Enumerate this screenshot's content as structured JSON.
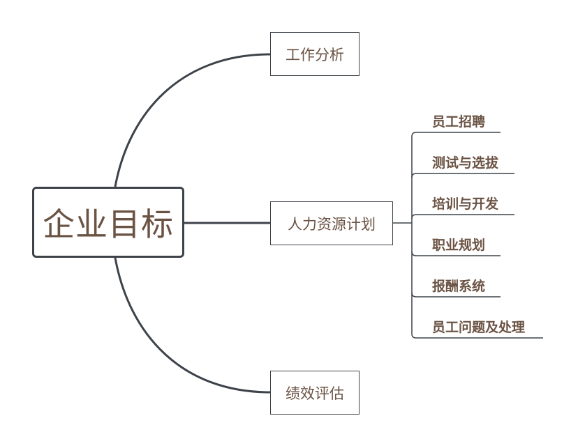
{
  "root": {
    "label": "企业目标"
  },
  "branches": [
    {
      "label": "工作分析"
    },
    {
      "label": "人力资源计划"
    },
    {
      "label": "绩效评估"
    }
  ],
  "plan_children": [
    {
      "label": "员工招聘"
    },
    {
      "label": "测试与选拔"
    },
    {
      "label": "培训与开发"
    },
    {
      "label": "职业规划"
    },
    {
      "label": "报酬系统"
    },
    {
      "label": "员工问题及处理"
    }
  ],
  "colors": {
    "text": "#6b5344",
    "line": "#3d4349"
  }
}
